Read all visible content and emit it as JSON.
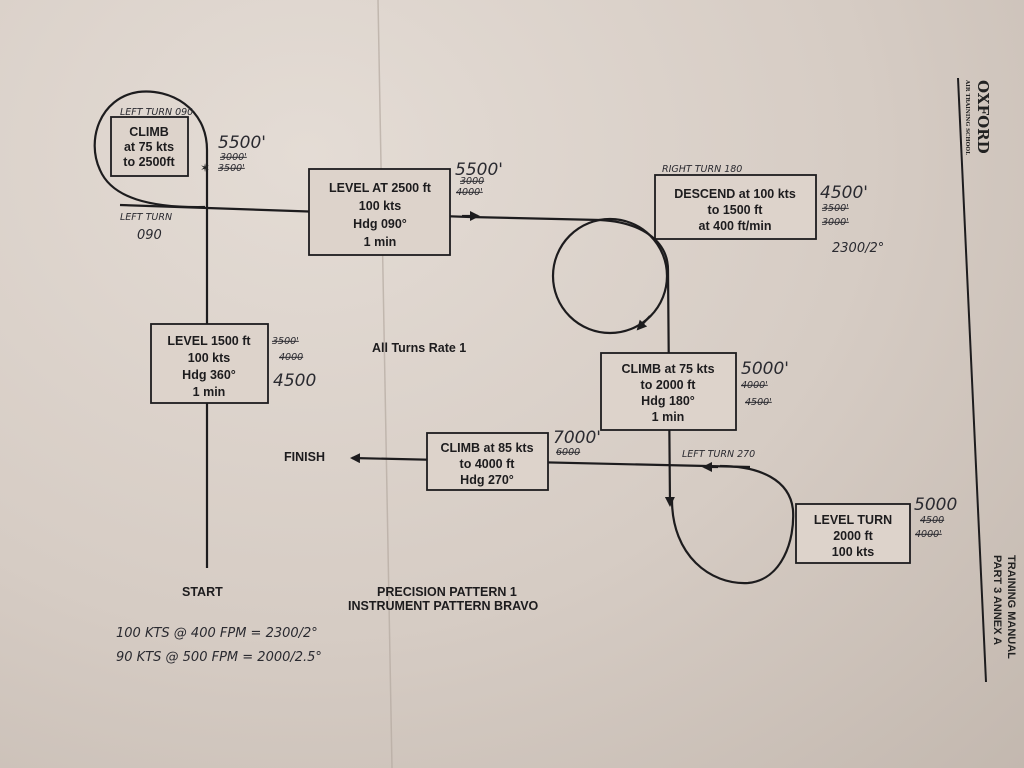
{
  "logo": {
    "name": "OXFORD",
    "sub": "AIR TRAINING SCHOOL"
  },
  "manual": {
    "line1": "TRAINING MANUAL",
    "line2": "PART 3 ANNEX A"
  },
  "title": {
    "line1": "PRECISION PATTERN 1",
    "line2": "INSTRUMENT PATTERN BRAVO"
  },
  "note_center": "All Turns Rate 1",
  "labels": {
    "start": "START",
    "finish": "FINISH"
  },
  "boxes": {
    "climb_top": {
      "l1": "CLIMB",
      "l2": "at 75 kts",
      "l3": "to 2500ft"
    },
    "level_2500": {
      "l1": "LEVEL AT 2500 ft",
      "l2": "100 kts",
      "l3": "Hdg 090°",
      "l4": "1 min"
    },
    "descend": {
      "l1": "DESCEND at 100 kts",
      "l2": "to 1500 ft",
      "l3": "at 400 ft/min"
    },
    "level_1500": {
      "l1": "LEVEL 1500 ft",
      "l2": "100 kts",
      "l3": "Hdg 360°",
      "l4": "1 min"
    },
    "climb_2000": {
      "l1": "CLIMB at 75 kts",
      "l2": "to 2000 ft",
      "l3": "Hdg 180°",
      "l4": "1 min"
    },
    "climb_4000": {
      "l1": "CLIMB at 85 kts",
      "l2": "to 4000 ft",
      "l3": "Hdg 270°"
    },
    "level_turn": {
      "l1": "LEVEL TURN",
      "l2": "2000 ft",
      "l3": "100 kts"
    }
  },
  "handwritten": {
    "left_turn_top": "LEFT TURN 090",
    "left_turn_left_1": "LEFT TURN",
    "left_turn_left_2": "090",
    "right_turn": "RIGHT TURN 180",
    "left_turn_270": "LEFT TURN 270",
    "alt_climb_top": "5500'",
    "alt_climb_top_x1": "3000'",
    "alt_climb_top_x2": "3500'",
    "alt_level_2500": "5500'",
    "alt_level_2500_x1": "3000",
    "alt_level_2500_x2": "4000'",
    "alt_descend": "4500'",
    "alt_descend_x1": "3500'",
    "alt_descend_x2": "3000'",
    "descent_rate": "2300/2°",
    "alt_level_1500_x1": "3500'",
    "alt_level_1500_x2": "4000",
    "alt_level_1500": "4500",
    "alt_climb_2000": "5000'",
    "alt_climb_2000_x1": "4000'",
    "alt_climb_2000_x2": "4500'",
    "alt_climb_4000": "7000'",
    "alt_climb_4000_x1": "6000",
    "alt_level_turn": "5000",
    "alt_level_turn_x1": "4500",
    "alt_level_turn_x2": "4000'",
    "note1": "100 KTS @ 400 FPM = 2300/2°",
    "note2": "90 KTS @ 500 FPM = 2000/2.5°"
  }
}
